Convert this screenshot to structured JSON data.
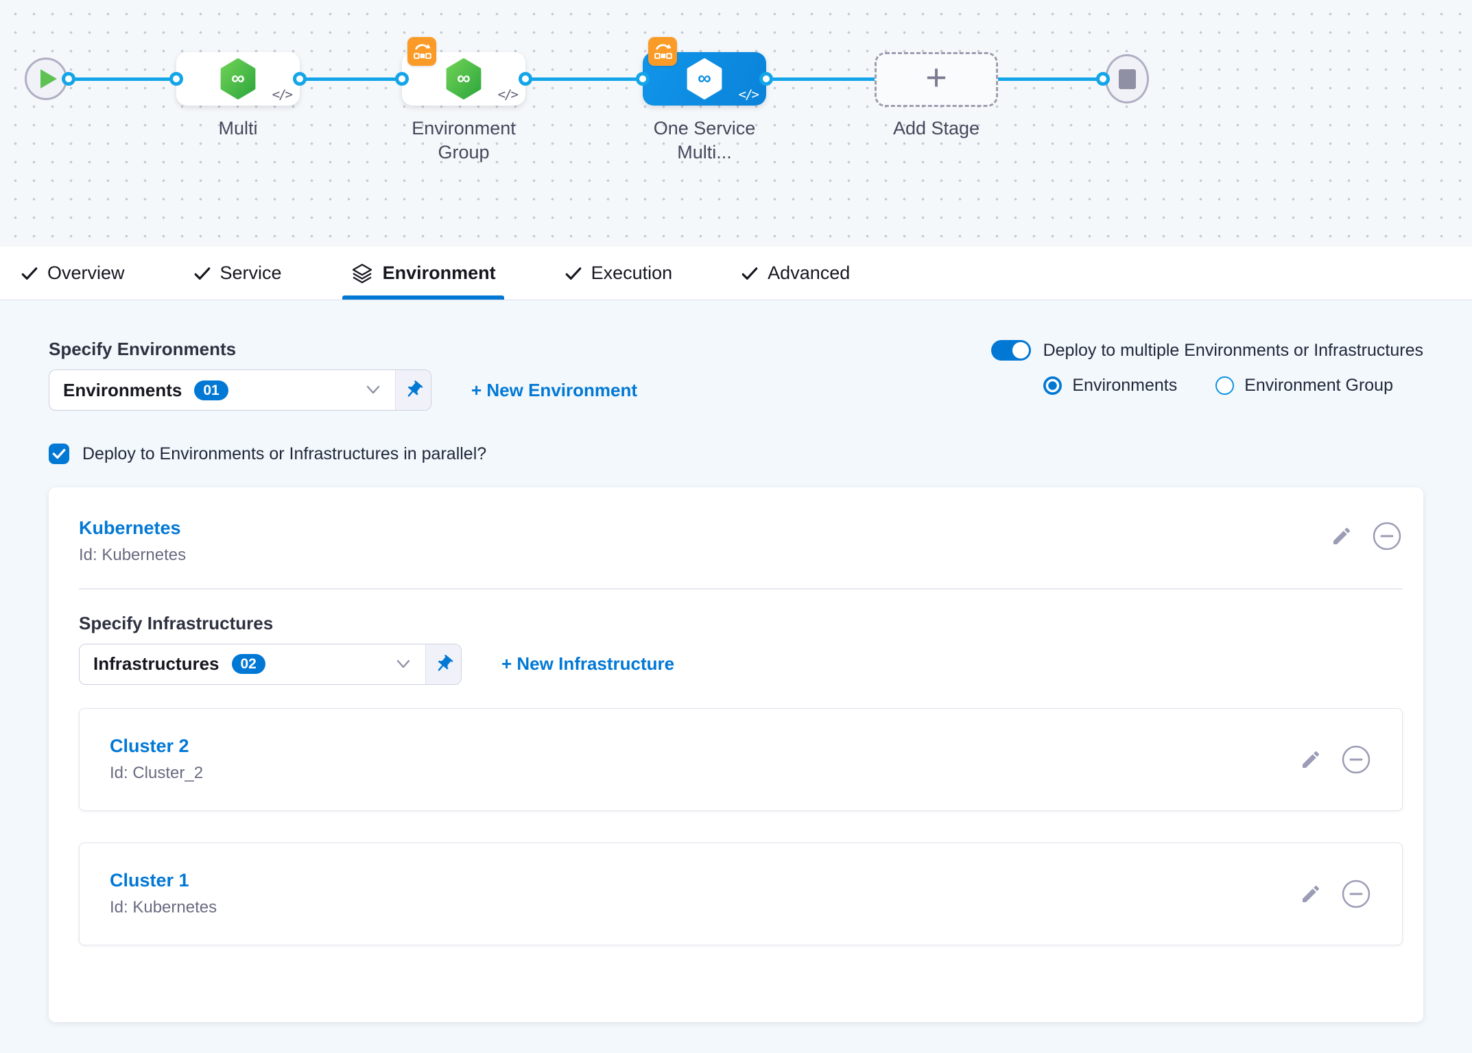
{
  "canvas": {
    "stages": [
      {
        "label": "Multi"
      },
      {
        "label": "Environment Group"
      },
      {
        "label": "One Service Multi..."
      },
      {
        "label": "Add Stage"
      }
    ],
    "code_glyph": "</>"
  },
  "tabs": {
    "active": "Environment",
    "items": [
      {
        "label": "Overview"
      },
      {
        "label": "Service"
      },
      {
        "label": "Environment"
      },
      {
        "label": "Execution"
      },
      {
        "label": "Advanced"
      }
    ]
  },
  "environments": {
    "section_label": "Specify Environments",
    "dropdown_label": "Environments",
    "dropdown_badge": "01",
    "new_link": "+ New Environment",
    "toggle_label": "Deploy to multiple Environments or Infrastructures",
    "radio_environments": "Environments",
    "radio_environment_group": "Environment Group",
    "parallel_checkbox_label": "Deploy to Environments or Infrastructures in parallel?"
  },
  "environment_card": {
    "name": "Kubernetes",
    "id": "Id: Kubernetes"
  },
  "infrastructures": {
    "section_label": "Specify Infrastructures",
    "dropdown_label": "Infrastructures",
    "dropdown_badge": "02",
    "new_link": "+ New Infrastructure",
    "clusters": [
      {
        "name": "Cluster 2",
        "id": "Id: Cluster_2"
      },
      {
        "name": "Cluster 1",
        "id": "Id: Kubernetes"
      }
    ]
  },
  "colors": {
    "primary_blue": "#0278d5",
    "connector_blue": "#14a5e8",
    "selected_node_blue": "#0b8ee2",
    "service_green": "#3fae49",
    "rolling_orange": "#fb9b27"
  }
}
